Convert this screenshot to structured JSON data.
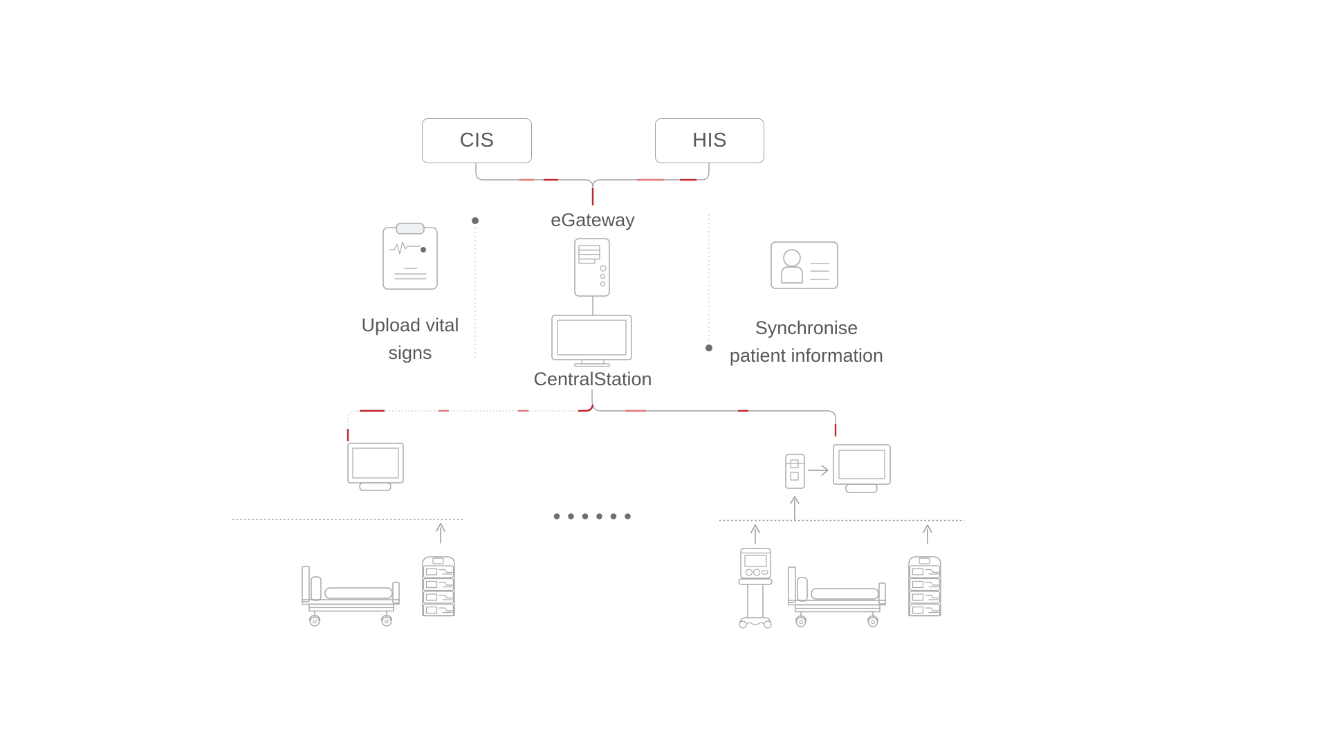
{
  "colors": {
    "stroke": "#a7a9ab",
    "connector": "#a0a2a4",
    "red": "#c1272d",
    "red_light": "#e0787c",
    "text": "#57585a",
    "dot": "#6d6e71",
    "clip_fill": "#eef1f4"
  },
  "nodes": {
    "cis": "CIS",
    "his": "HIS",
    "egateway": "eGateway",
    "central_station": "CentralStation"
  },
  "annotations": {
    "upload_vitals": {
      "line1": "Upload vital",
      "line2": "signs"
    },
    "sync_patient": {
      "line1": "Synchronise",
      "line2": "patient information"
    }
  },
  "icons": [
    "server-icon",
    "central-monitor-icon",
    "clipboard-vitals-icon",
    "patient-card-icon",
    "bedside-monitor-icon",
    "dock-icon",
    "display-monitor-icon",
    "hospital-bed-icon",
    "module-rack-icon",
    "ventilator-icon",
    "up-arrow-icon",
    "right-arrow-icon",
    "ellipsis-dots-icon"
  ]
}
